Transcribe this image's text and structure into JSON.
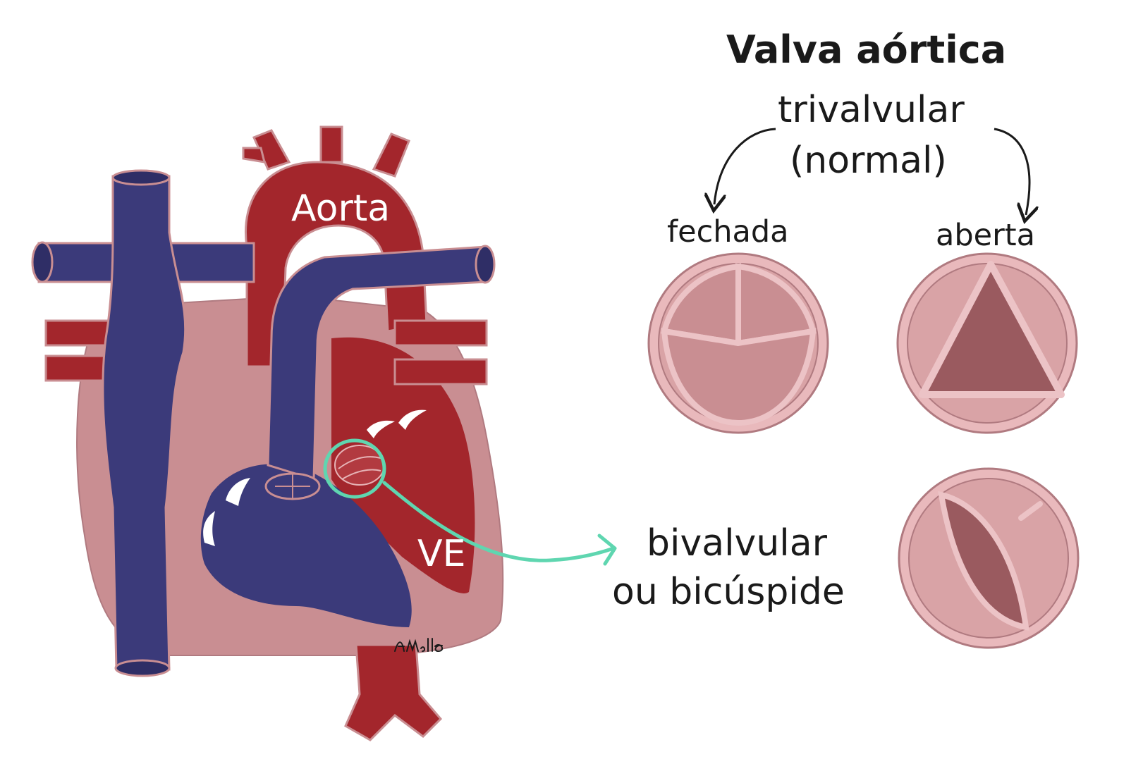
{
  "title": "Valva aórtica",
  "trivalvular": {
    "line1": "trivalvular",
    "line2": "(normal)",
    "closed_label": "fechada",
    "open_label": "aberta"
  },
  "bivalvular": {
    "line1": "bivalvular",
    "line2": "ou bicúspide"
  },
  "heart_labels": {
    "aorta": "Aorta",
    "left_ventricle": "VE"
  },
  "signature": "AMello",
  "colors": {
    "arterial_red": "#a3262c",
    "venous_blue": "#3b3a7a",
    "heart_pink": "#c98e92",
    "valve_pink": "#d9a3a6",
    "valve_dark": "#9a5a5f",
    "highlight_green": "#5fd6b0",
    "text": "#1a1a1a"
  }
}
